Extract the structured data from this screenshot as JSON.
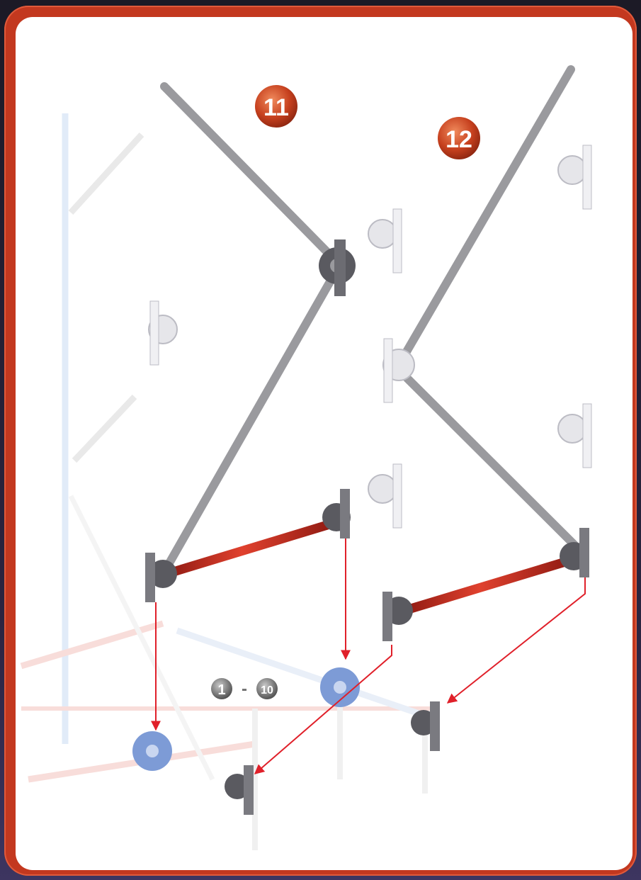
{
  "steps": {
    "step_11": "11",
    "step_12": "12"
  },
  "reference": {
    "from": "1",
    "dash": "-",
    "to": "10"
  },
  "colors": {
    "frame_red": "#c3381f",
    "rod_red": "#c8291d",
    "rod_blue": "#3f7fcf",
    "rod_grey": "#9a9a9e",
    "connector_dark": "#5a5a60",
    "connector_light": "#e6e6ea",
    "connector_blue": "#7d9bd6",
    "arrow": "#e0202a",
    "badge": "#c6401e"
  },
  "icons": {
    "arrow": "arrow-down-icon",
    "connector": "gear-connector-icon"
  }
}
